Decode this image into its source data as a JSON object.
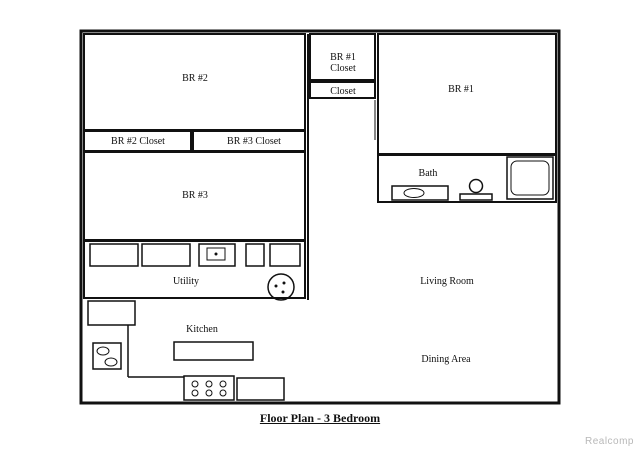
{
  "rooms": {
    "br2": "BR #2",
    "br1_closet": "BR #1 Closet",
    "closet": "Closet",
    "br1": "BR #1",
    "br2_closet": "BR #2 Closet",
    "br3_closet": "BR #3 Closet",
    "bath": "Bath",
    "br3": "BR #3",
    "utility": "Utility",
    "living_room": "Living Room",
    "kitchen": "Kitchen",
    "dining_area": "Dining Area"
  },
  "title": "Floor Plan - 3 Bedroom",
  "watermark": "Realcomp"
}
